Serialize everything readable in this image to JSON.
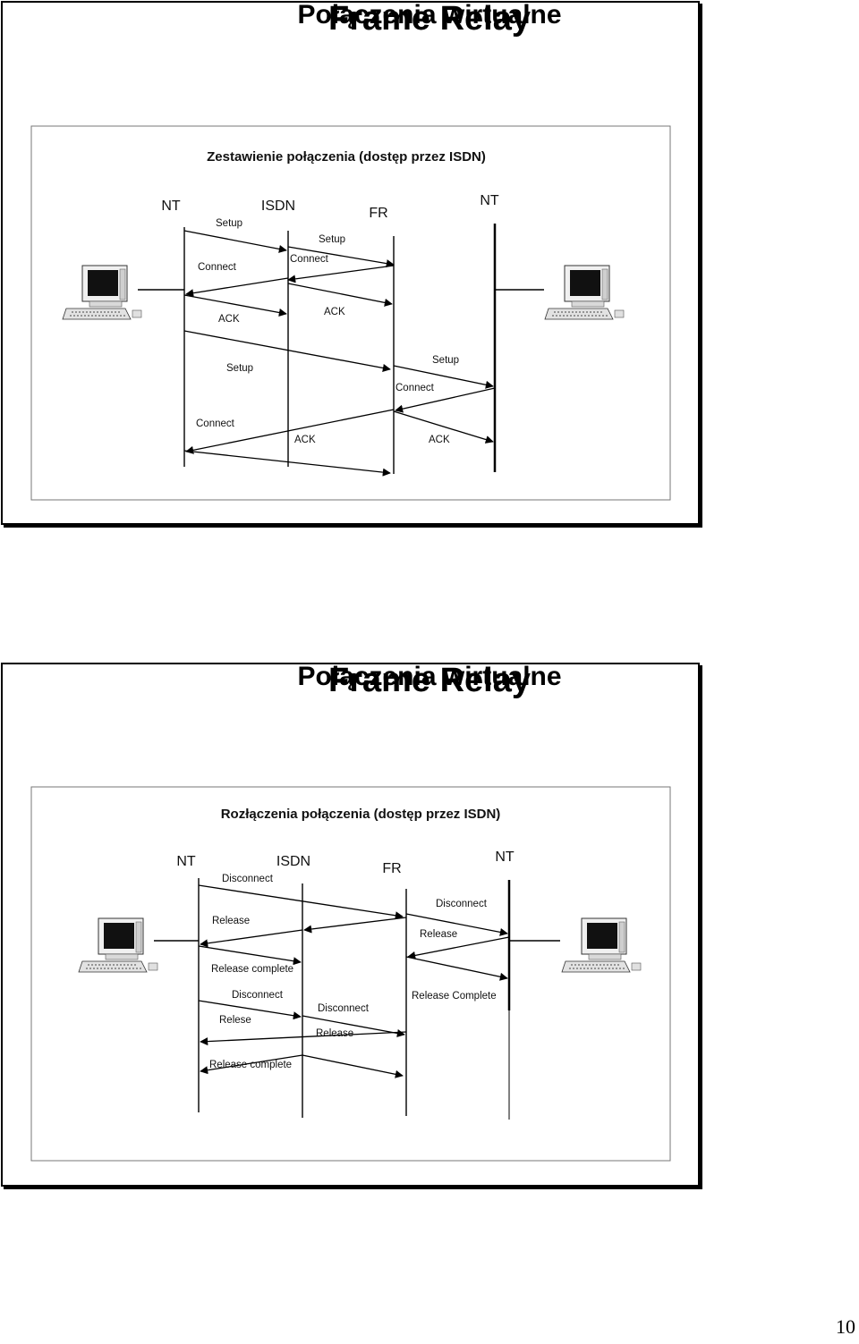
{
  "slides": [
    {
      "title": "Frame Relay",
      "subtitle": "Połączenia wirtualne",
      "diagram": {
        "heading": "Zestawienie połączenia (dostęp przez ISDN)",
        "nodes": [
          "NT",
          "ISDN",
          "FR",
          "NT"
        ],
        "messages": [
          "Setup",
          "Setup",
          "Connect",
          "Connect",
          "ACK",
          "ACK",
          "Setup",
          "Setup",
          "Connect",
          "Connect",
          "ACK",
          "ACK"
        ],
        "icons": [
          "computer-icon",
          "computer-icon"
        ]
      }
    },
    {
      "title": "Frame Relay",
      "subtitle": "Połączenia wirtualne",
      "diagram": {
        "heading": "Rozłączenia połączenia (dostęp przez ISDN)",
        "nodes": [
          "NT",
          "ISDN",
          "FR",
          "NT"
        ],
        "messages": [
          "Disconnect",
          "Disconnect",
          "Release",
          "Release",
          "Release complete",
          "Release Complete",
          "Disconnect",
          "Disconnect",
          "Relese",
          "Release",
          "Release complete"
        ],
        "icons": [
          "computer-icon",
          "computer-icon"
        ]
      }
    }
  ],
  "page_number": "10"
}
